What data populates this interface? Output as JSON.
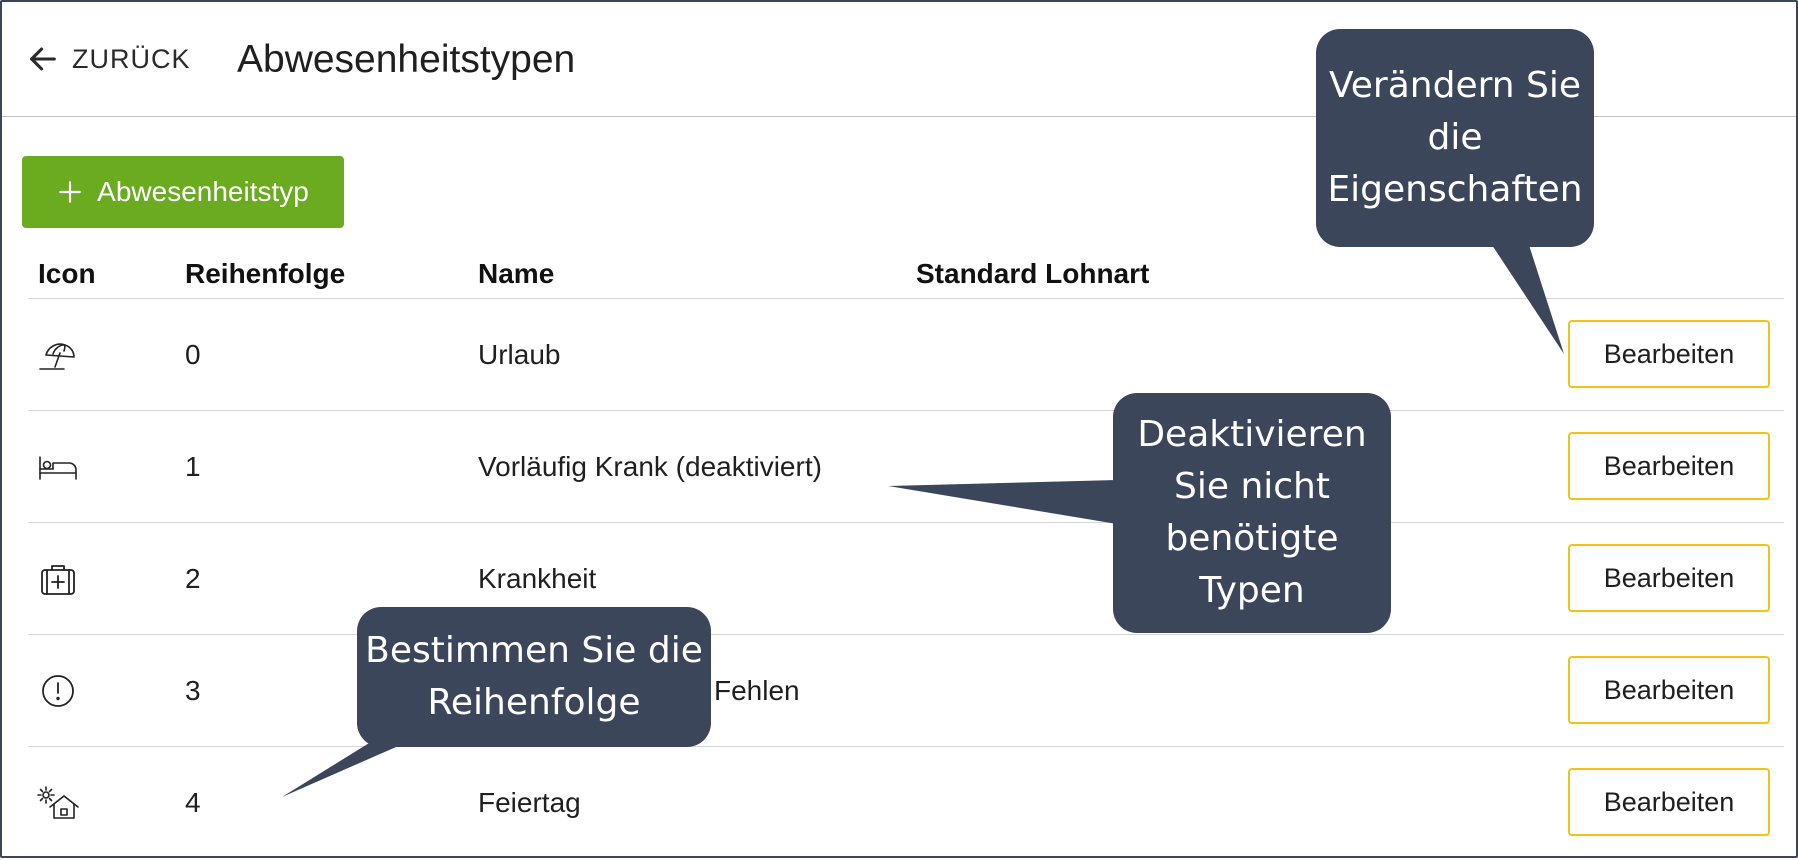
{
  "header": {
    "back_label": "ZURÜCK",
    "title": "Abwesenheitstypen"
  },
  "add_button": {
    "label": "Abwesenheitstyp"
  },
  "table": {
    "columns": [
      "Icon",
      "Reihenfolge",
      "Name",
      "Standard Lohnart"
    ],
    "rows": [
      {
        "icon": "beach-umbrella-icon",
        "order": "0",
        "name": "Urlaub",
        "lohnart": "",
        "action": "Bearbeiten"
      },
      {
        "icon": "bed-icon",
        "order": "1",
        "name": "Vorläufig Krank (deaktiviert)",
        "lohnart": "",
        "action": "Bearbeiten"
      },
      {
        "icon": "medical-kit-icon",
        "order": "2",
        "name": "Krankheit",
        "lohnart": "",
        "action": "Bearbeiten"
      },
      {
        "icon": "exclamation-circle-icon",
        "order": "3",
        "name": "Fehlen",
        "lohnart": "",
        "action": "Bearbeiten"
      },
      {
        "icon": "house-sun-icon",
        "order": "4",
        "name": "Feiertag",
        "lohnart": "",
        "action": "Bearbeiten"
      }
    ]
  },
  "callouts": {
    "edit": "Verändern Sie die Eigenschaften",
    "deactivate": "Deaktivieren Sie nicht benötigte Typen",
    "order": "Bestimmen Sie die Reihenfolge"
  },
  "colors": {
    "accent_green": "#6aab20",
    "edit_border_yellow": "#f2c21b",
    "callout_bg": "#3b465b"
  }
}
